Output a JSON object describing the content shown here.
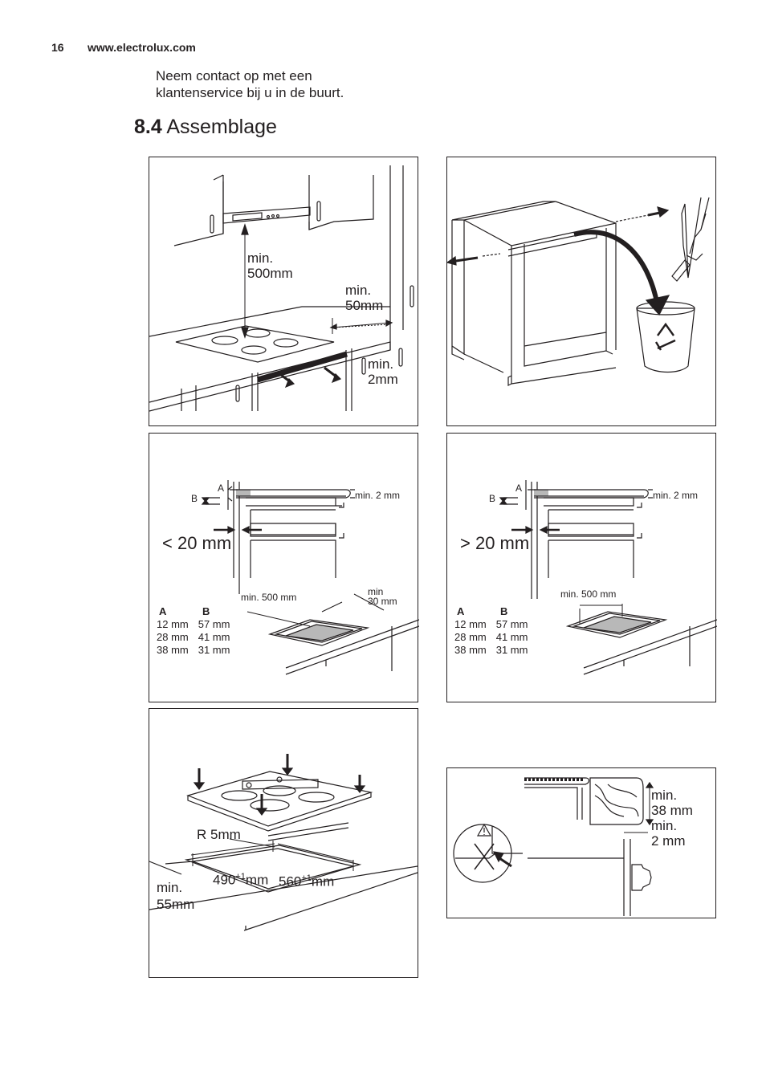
{
  "header": {
    "page_number": "16",
    "website": "www.electrolux.com"
  },
  "intro_text": [
    "Neem contact op met een",
    "klantenservice bij u in de buurt."
  ],
  "section": {
    "number": "8.4",
    "title": "Assemblage"
  },
  "figure1": {
    "hood_distance": [
      "min.",
      "500mm"
    ],
    "wall_distance": [
      "min.",
      "50mm"
    ],
    "front_distance": [
      "min.",
      "2mm"
    ]
  },
  "figure3": {
    "label_a": "A",
    "label_b": "B",
    "min_2mm": "min. 2 mm",
    "gap": "< 20 mm",
    "min_500": "min. 500 mm",
    "min_30": [
      "min",
      "30 mm"
    ],
    "table_header": [
      "A",
      "B"
    ],
    "table_rows": [
      [
        "12 mm",
        "57 mm"
      ],
      [
        "28 mm",
        "41 mm"
      ],
      [
        "38 mm",
        "31 mm"
      ]
    ]
  },
  "figure4": {
    "label_a": "A",
    "label_b": "B",
    "min_2mm": "min. 2 mm",
    "gap": "> 20 mm",
    "min_500": "min. 500 mm",
    "table_header": [
      "A",
      "B"
    ],
    "table_rows": [
      [
        "12 mm",
        "57 mm"
      ],
      [
        "28 mm",
        "41 mm"
      ],
      [
        "38 mm",
        "31 mm"
      ]
    ]
  },
  "figure5": {
    "radius": "R 5mm",
    "width_value": "490",
    "depth_value": "560",
    "tolerance": "+1",
    "unit": "mm",
    "edge_distance": [
      "min.",
      "55mm"
    ]
  },
  "figure6": {
    "thickness": [
      "min.",
      "38 mm"
    ],
    "gap": [
      "min.",
      "2 mm"
    ]
  }
}
